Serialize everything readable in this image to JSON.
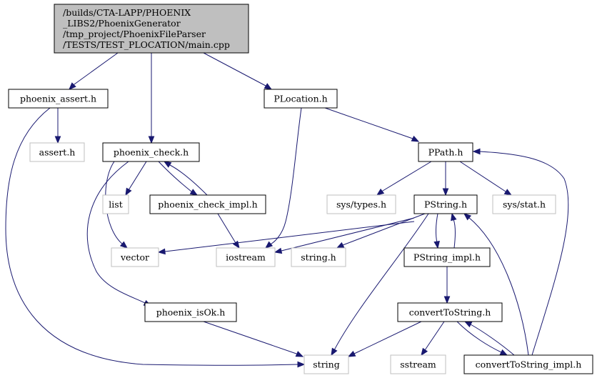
{
  "colors": {
    "root_fill": "#bfbfbf",
    "root_border": "#000000",
    "header_fill": "#ffffff",
    "header_border": "#000000",
    "system_border": "#bfbfbf",
    "edge": "#191970"
  },
  "nodes": {
    "main_cpp": {
      "lines": [
        "/builds/CTA-LAPP/PHOENIX",
        "_LIBS2/PhoenixGenerator",
        "/tmp_project/PhoenixFileParser",
        "/TESTS/TEST_PLOCATION/main.cpp"
      ],
      "kind": "root"
    },
    "phoenix_assert_h": {
      "label": "phoenix_assert.h",
      "kind": "header"
    },
    "assert_h": {
      "label": "assert.h",
      "kind": "system"
    },
    "phoenix_check_h": {
      "label": "phoenix_check.h",
      "kind": "header"
    },
    "list": {
      "label": "list",
      "kind": "system"
    },
    "phoenix_check_impl_h": {
      "label": "phoenix_check_impl.h",
      "kind": "header"
    },
    "vector": {
      "label": "vector",
      "kind": "system"
    },
    "iostream": {
      "label": "iostream",
      "kind": "system"
    },
    "phoenix_isOk_h": {
      "label": "phoenix_isOk.h",
      "kind": "header"
    },
    "string": {
      "label": "string",
      "kind": "system"
    },
    "PLocation_h": {
      "label": "PLocation.h",
      "kind": "header"
    },
    "PPath_h": {
      "label": "PPath.h",
      "kind": "header"
    },
    "sys_types_h": {
      "label": "sys/types.h",
      "kind": "system"
    },
    "sys_stat_h": {
      "label": "sys/stat.h",
      "kind": "system"
    },
    "PString_h": {
      "label": "PString.h",
      "kind": "header"
    },
    "string_h": {
      "label": "string.h",
      "kind": "system"
    },
    "PString_impl_h": {
      "label": "PString_impl.h",
      "kind": "header"
    },
    "convertToString_h": {
      "label": "convertToString.h",
      "kind": "header"
    },
    "sstream": {
      "label": "sstream",
      "kind": "system"
    },
    "convertToString_impl_h": {
      "label": "convertToString_impl.h",
      "kind": "header"
    }
  },
  "edges": [
    {
      "from": "main_cpp",
      "to": "phoenix_assert_h"
    },
    {
      "from": "main_cpp",
      "to": "phoenix_check_h"
    },
    {
      "from": "main_cpp",
      "to": "PLocation_h"
    },
    {
      "from": "phoenix_assert_h",
      "to": "assert_h"
    },
    {
      "from": "phoenix_assert_h",
      "to": "string"
    },
    {
      "from": "phoenix_check_h",
      "to": "list"
    },
    {
      "from": "phoenix_check_h",
      "to": "vector"
    },
    {
      "from": "phoenix_check_h",
      "to": "phoenix_check_impl_h"
    },
    {
      "from": "phoenix_check_h",
      "to": "phoenix_isOk_h"
    },
    {
      "from": "phoenix_check_impl_h",
      "to": "phoenix_check_h"
    },
    {
      "from": "phoenix_check_impl_h",
      "to": "iostream"
    },
    {
      "from": "phoenix_isOk_h",
      "to": "string"
    },
    {
      "from": "PLocation_h",
      "to": "iostream"
    },
    {
      "from": "PLocation_h",
      "to": "PPath_h"
    },
    {
      "from": "PPath_h",
      "to": "sys_types_h"
    },
    {
      "from": "PPath_h",
      "to": "PString_h"
    },
    {
      "from": "PPath_h",
      "to": "sys_stat_h"
    },
    {
      "from": "PString_h",
      "to": "vector"
    },
    {
      "from": "PString_h",
      "to": "iostream"
    },
    {
      "from": "PString_h",
      "to": "string_h"
    },
    {
      "from": "PString_h",
      "to": "string"
    },
    {
      "from": "PString_h",
      "to": "PString_impl_h"
    },
    {
      "from": "PString_impl_h",
      "to": "PString_h"
    },
    {
      "from": "PString_impl_h",
      "to": "convertToString_h"
    },
    {
      "from": "convertToString_h",
      "to": "string"
    },
    {
      "from": "convertToString_h",
      "to": "sstream"
    },
    {
      "from": "convertToString_h",
      "to": "convertToString_impl_h"
    },
    {
      "from": "convertToString_impl_h",
      "to": "convertToString_h"
    },
    {
      "from": "convertToString_impl_h",
      "to": "PString_h"
    },
    {
      "from": "convertToString_impl_h",
      "to": "PPath_h"
    }
  ]
}
